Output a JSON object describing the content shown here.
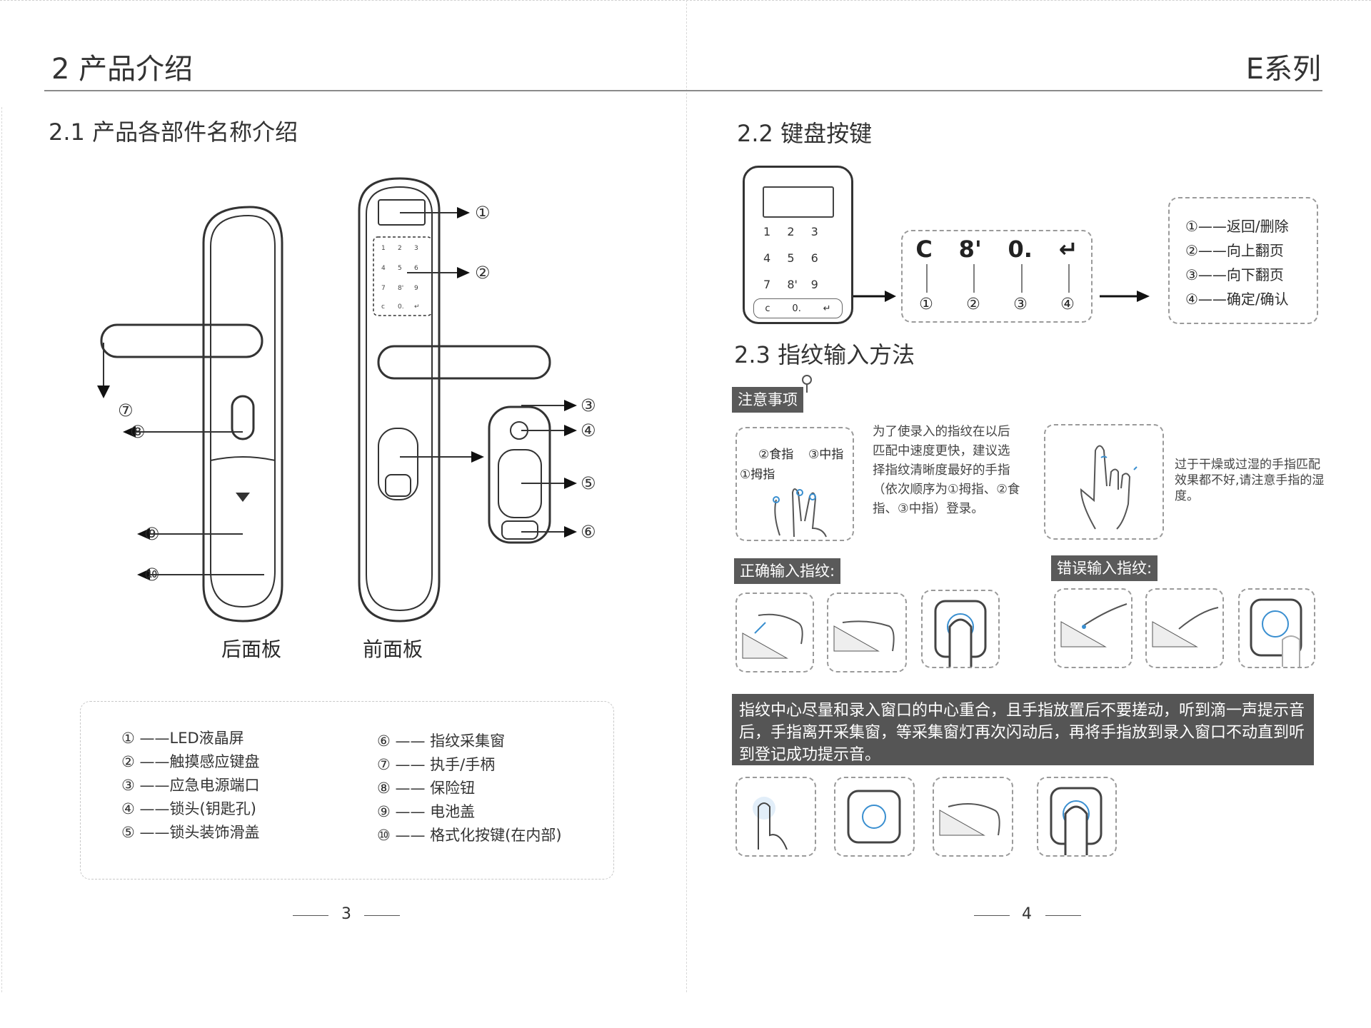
{
  "header": {
    "chapter": "2 产品介绍",
    "series": "E系列"
  },
  "left": {
    "section_title": "2.1 产品各部件名称介绍",
    "rear_label": "后面板",
    "front_label": "前面板",
    "callouts": [
      "①",
      "②",
      "③",
      "④",
      "⑤",
      "⑥",
      "⑦",
      "⑧",
      "⑨",
      "⑩"
    ],
    "keypad_small": [
      "1",
      "2",
      "3",
      "4",
      "5",
      "6",
      "7",
      "8'",
      "9",
      "c",
      "0.",
      "↵"
    ],
    "legend_left": [
      "① ——LED液晶屏",
      "② ——触摸感应键盘",
      "③ ——应急电源端口",
      "④ ——锁头(钥匙孔)",
      "⑤ ——锁头装饰滑盖"
    ],
    "legend_right": [
      "⑥ —— 指纹采集窗",
      "⑦ —— 执手/手柄",
      "⑧ —— 保险钮",
      "⑨ —— 电池盖",
      "⑩ —— 格式化按键(在内部)"
    ],
    "page": "3"
  },
  "right": {
    "keypad_title": "2.2 键盘按键",
    "keypad_keys": [
      "1",
      "2",
      "3",
      "4",
      "5",
      "6",
      "7",
      "8'",
      "9",
      "c",
      "0.",
      "↵"
    ],
    "key_symbols": [
      "C",
      "8'",
      "0.",
      "↵"
    ],
    "key_numbers": [
      "①",
      "②",
      "③",
      "④"
    ],
    "key_meanings": [
      "①——返回/删除",
      "②——向上翻页",
      "③——向下翻页",
      "④——确定/确认"
    ],
    "fp_title": "2.3 指纹输入方法",
    "notice_tag": "注意事项",
    "finger_labels": [
      "②食指",
      "③中指",
      "①拇指"
    ],
    "notice_text_1": "为了使录入的指纹在以后匹配中速度更快，建议选择指纹清晰度最好的手指（依次顺序为①拇指、②食指、③中指）登录。",
    "notice_text_2": "过于干燥或过湿的手指匹配效果都不好,请注意手指的湿度。",
    "correct_tag": "正确输入指纹:",
    "wrong_tag": "错误输入指纹:",
    "instruction": "指纹中心尽量和录入窗口的中心重合，且手指放置后不要搓动，听到滴一声提示音后，手指离开采集窗，等采集窗灯再次闪动后，再将手指放到录入窗口不动直到听到登记成功提示音。",
    "page": "4"
  }
}
